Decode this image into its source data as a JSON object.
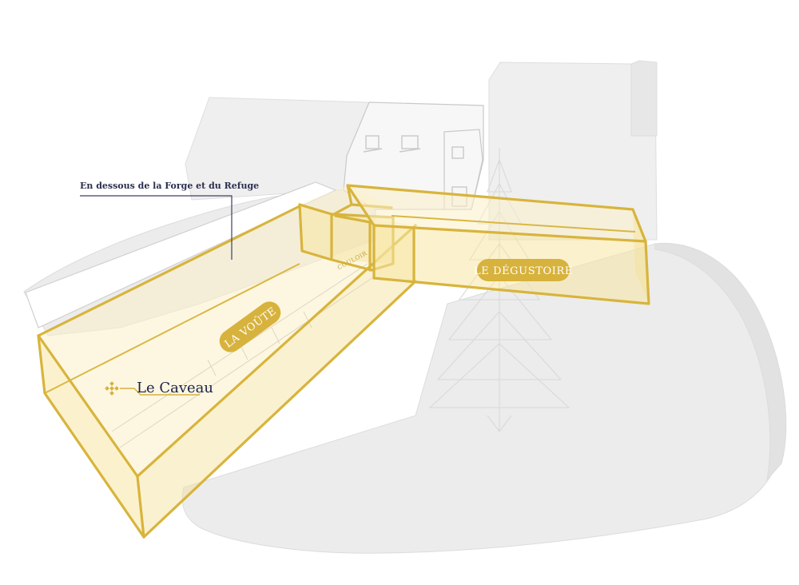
{
  "annotations": {
    "below_note": "En dessous de la Forge et du Refuge",
    "caveau_title": "Le Caveau"
  },
  "rooms": {
    "voute": "LA VOÛTE",
    "degustoire": "LE DÉGUSTOIRE",
    "couloir": "COULOIR"
  },
  "colors": {
    "gold": "#d8b43c",
    "gold_fill": "#f7e7a4",
    "navy": "#1e2246",
    "ground_gray": "#ececec"
  },
  "icons": {
    "caveau_marker": "diamond-cluster-icon",
    "tree": "fir-tree-icon"
  }
}
